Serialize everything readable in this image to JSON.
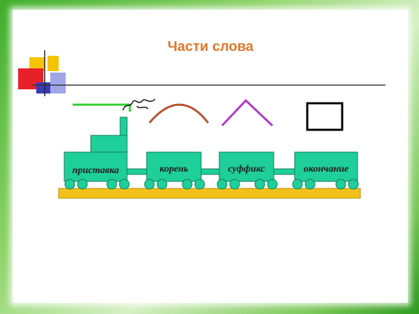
{
  "slide": {
    "title": "Части слова"
  },
  "train": {
    "wagons": [
      {
        "label": "приставка"
      },
      {
        "label": "корень"
      },
      {
        "label": "суффикс"
      },
      {
        "label": "окончание"
      }
    ]
  },
  "symbols": [
    {
      "name": "prefix-symbol",
      "shape": "corner-line",
      "color": "#33cc33"
    },
    {
      "name": "root-symbol",
      "shape": "arc",
      "color": "#b5522e"
    },
    {
      "name": "suffix-symbol",
      "shape": "caret",
      "color": "#b038c8"
    },
    {
      "name": "ending-symbol",
      "shape": "square",
      "color": "#000000"
    }
  ],
  "colors": {
    "wagon": "#1fcf99",
    "rail": "#f2c21a",
    "title": "#e0782a"
  }
}
